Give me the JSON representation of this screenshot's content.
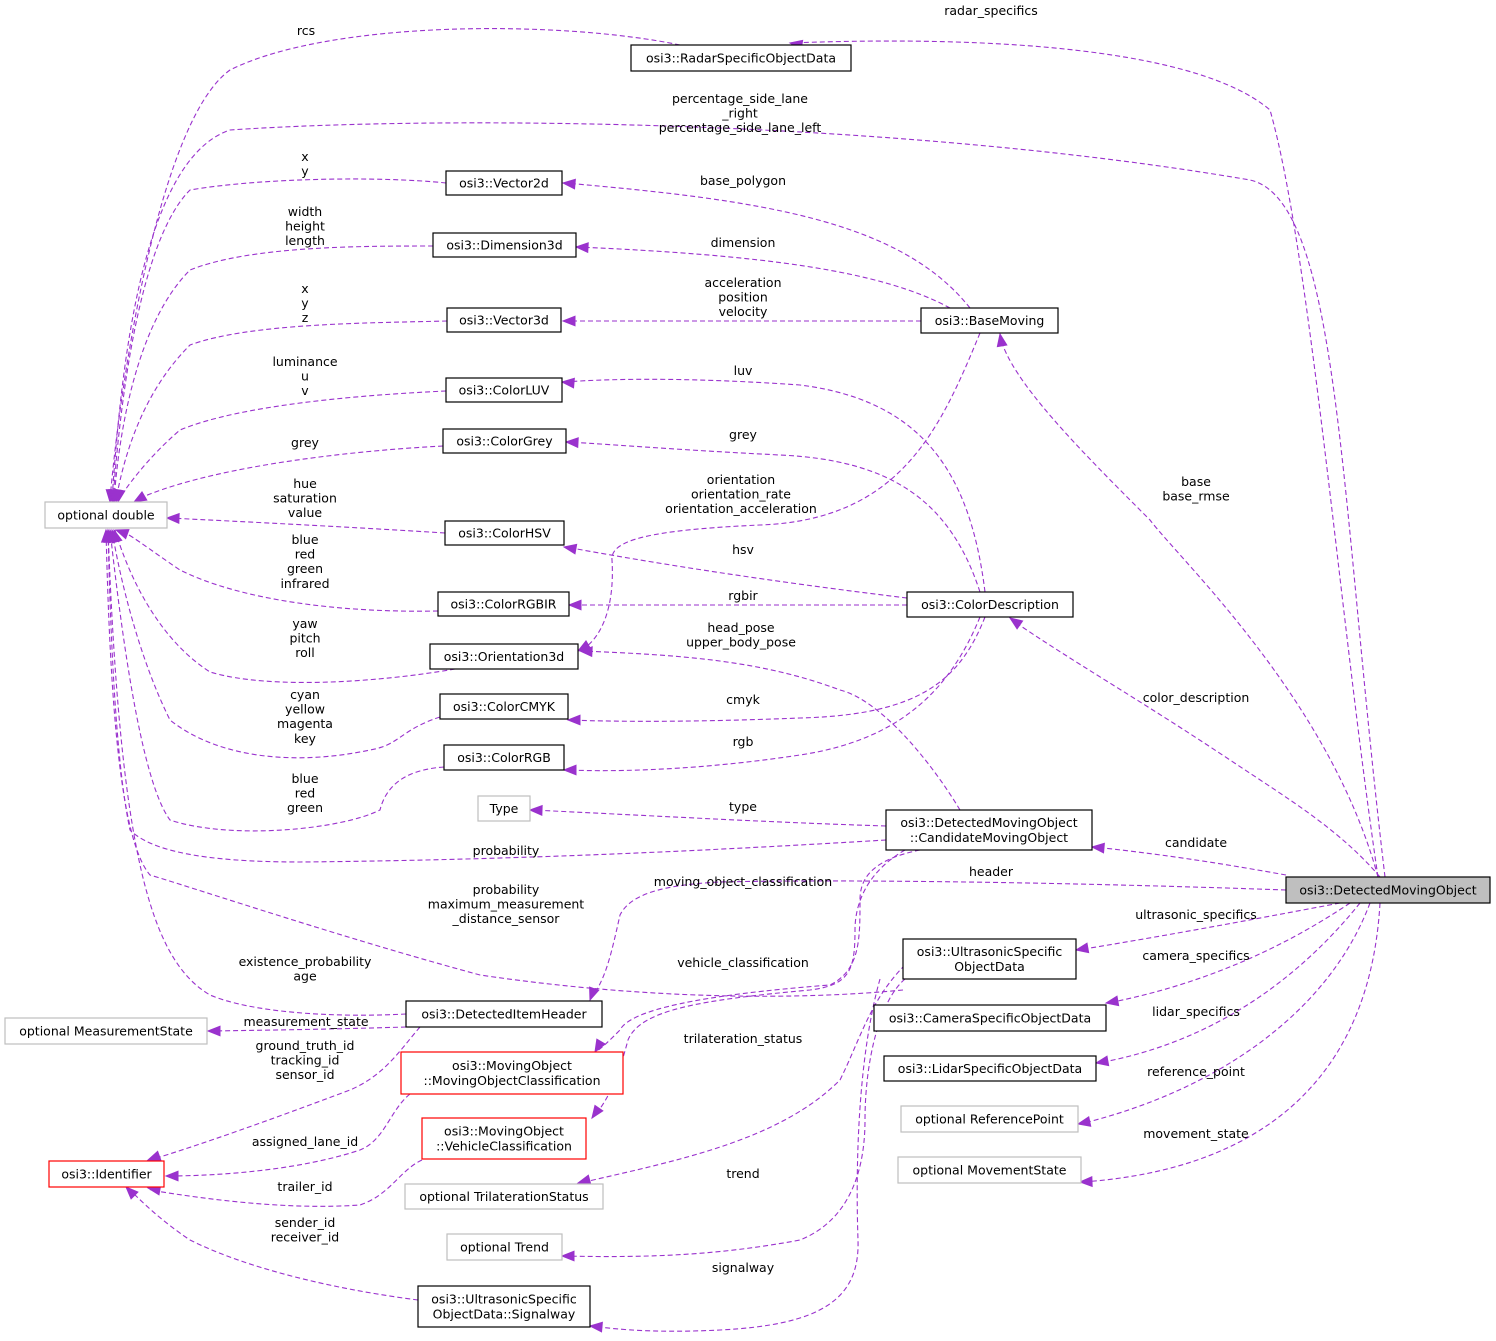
{
  "nodes": {
    "focus": {
      "lines": [
        "osi3::DetectedMovingObject"
      ],
      "style": "focus"
    },
    "radar": {
      "lines": [
        "osi3::RadarSpecificObjectData"
      ],
      "style": "normal"
    },
    "vector2d": {
      "lines": [
        "osi3::Vector2d"
      ],
      "style": "normal"
    },
    "dimension3d": {
      "lines": [
        "osi3::Dimension3d"
      ],
      "style": "normal"
    },
    "vector3d": {
      "lines": [
        "osi3::Vector3d"
      ],
      "style": "normal"
    },
    "basemoving": {
      "lines": [
        "osi3::BaseMoving"
      ],
      "style": "normal"
    },
    "colorluv": {
      "lines": [
        "osi3::ColorLUV"
      ],
      "style": "normal"
    },
    "colorgrey": {
      "lines": [
        "osi3::ColorGrey"
      ],
      "style": "normal"
    },
    "optdouble": {
      "lines": [
        "optional double"
      ],
      "style": "gray"
    },
    "colorhsv": {
      "lines": [
        "osi3::ColorHSV"
      ],
      "style": "normal"
    },
    "colorrgbir": {
      "lines": [
        "osi3::ColorRGBIR"
      ],
      "style": "normal"
    },
    "colordesc": {
      "lines": [
        "osi3::ColorDescription"
      ],
      "style": "normal"
    },
    "orient3d": {
      "lines": [
        "osi3::Orientation3d"
      ],
      "style": "normal"
    },
    "colorcmyk": {
      "lines": [
        "osi3::ColorCMYK"
      ],
      "style": "normal"
    },
    "colorrgb": {
      "lines": [
        "osi3::ColorRGB"
      ],
      "style": "normal"
    },
    "type": {
      "lines": [
        "Type"
      ],
      "style": "gray"
    },
    "candidate": {
      "lines": [
        "osi3::DetectedMovingObject",
        "::CandidateMovingObject"
      ],
      "style": "normal"
    },
    "ultrasonic": {
      "lines": [
        "osi3::UltrasonicSpecific",
        "ObjectData"
      ],
      "style": "normal"
    },
    "camera": {
      "lines": [
        "osi3::CameraSpecificObjectData"
      ],
      "style": "normal"
    },
    "lidar": {
      "lines": [
        "osi3::LidarSpecificObjectData"
      ],
      "style": "normal"
    },
    "refpoint": {
      "lines": [
        "optional ReferencePoint"
      ],
      "style": "gray"
    },
    "movestate": {
      "lines": [
        "optional MovementState"
      ],
      "style": "gray"
    },
    "detitemheader": {
      "lines": [
        "osi3::DetectedItemHeader"
      ],
      "style": "normal"
    },
    "optmeas": {
      "lines": [
        "optional MeasurementState"
      ],
      "style": "gray"
    },
    "movobjclass": {
      "lines": [
        "osi3::MovingObject",
        "::MovingObjectClassification"
      ],
      "style": "red"
    },
    "vehclass": {
      "lines": [
        "osi3::MovingObject",
        "::VehicleClassification"
      ],
      "style": "red"
    },
    "identifier": {
      "lines": [
        "osi3::Identifier"
      ],
      "style": "red"
    },
    "trilat": {
      "lines": [
        "optional TrilaterationStatus"
      ],
      "style": "gray"
    },
    "trend": {
      "lines": [
        "optional Trend"
      ],
      "style": "gray"
    },
    "signalway": {
      "lines": [
        "osi3::UltrasonicSpecific",
        "ObjectData::Signalway"
      ],
      "style": "normal"
    }
  },
  "edges": [
    {
      "id": "radar-specifics",
      "label": [
        "radar_specifics"
      ]
    },
    {
      "id": "rcs",
      "label": [
        "rcs"
      ]
    },
    {
      "id": "percentage",
      "label": [
        "percentage_side_lane",
        "_right",
        "percentage_side_lane_left"
      ]
    },
    {
      "id": "vec2d-xy",
      "label": [
        "x",
        "y"
      ]
    },
    {
      "id": "base-polygon",
      "label": [
        "base_polygon"
      ]
    },
    {
      "id": "whl",
      "label": [
        "width",
        "height",
        "length"
      ]
    },
    {
      "id": "dimension",
      "label": [
        "dimension"
      ]
    },
    {
      "id": "vec3d-xyz",
      "label": [
        "x",
        "y",
        "z"
      ]
    },
    {
      "id": "acc-pos-vel",
      "label": [
        "acceleration",
        "position",
        "velocity"
      ]
    },
    {
      "id": "luv-fields",
      "label": [
        "luminance",
        "u",
        "v"
      ]
    },
    {
      "id": "luv",
      "label": [
        "luv"
      ]
    },
    {
      "id": "grey-field",
      "label": [
        "grey"
      ]
    },
    {
      "id": "grey",
      "label": [
        "grey"
      ]
    },
    {
      "id": "orientation",
      "label": [
        "orientation",
        "orientation_rate",
        "orientation_acceleration"
      ]
    },
    {
      "id": "hsv-fields",
      "label": [
        "hue",
        "saturation",
        "value"
      ]
    },
    {
      "id": "hsv",
      "label": [
        "hsv"
      ]
    },
    {
      "id": "base",
      "label": [
        "base",
        "base_rmse"
      ]
    },
    {
      "id": "rgbir-fields",
      "label": [
        "blue",
        "red",
        "green",
        "infrared"
      ]
    },
    {
      "id": "rgbir",
      "label": [
        "rgbir"
      ]
    },
    {
      "id": "ypr",
      "label": [
        "yaw",
        "pitch",
        "roll"
      ]
    },
    {
      "id": "head-pose",
      "label": [
        "head_pose",
        "upper_body_pose"
      ]
    },
    {
      "id": "color-description",
      "label": [
        "color_description"
      ]
    },
    {
      "id": "cmyk-fields",
      "label": [
        "cyan",
        "yellow",
        "magenta",
        "key"
      ]
    },
    {
      "id": "cmyk",
      "label": [
        "cmyk"
      ]
    },
    {
      "id": "rgb",
      "label": [
        "rgb"
      ]
    },
    {
      "id": "rgb-fields",
      "label": [
        "blue",
        "red",
        "green"
      ]
    },
    {
      "id": "type",
      "label": [
        "type"
      ]
    },
    {
      "id": "candidate",
      "label": [
        "candidate"
      ]
    },
    {
      "id": "probability",
      "label": [
        "probability"
      ]
    },
    {
      "id": "header",
      "label": [
        "header"
      ]
    },
    {
      "id": "moving-object-classification",
      "label": [
        "moving_object_classification"
      ]
    },
    {
      "id": "prob-maxdist",
      "label": [
        "probability",
        "maximum_measurement",
        "_distance_sensor"
      ]
    },
    {
      "id": "ultrasonic-specifics",
      "label": [
        "ultrasonic_specifics"
      ]
    },
    {
      "id": "camera-specifics",
      "label": [
        "camera_specifics"
      ]
    },
    {
      "id": "vehicle-classification",
      "label": [
        "vehicle_classification"
      ]
    },
    {
      "id": "existence-age",
      "label": [
        "existence_probability",
        "age"
      ]
    },
    {
      "id": "lidar-specifics",
      "label": [
        "lidar_specifics"
      ]
    },
    {
      "id": "measurement-state",
      "label": [
        "measurement_state"
      ]
    },
    {
      "id": "ids",
      "label": [
        "ground_truth_id",
        "tracking_id",
        "sensor_id"
      ]
    },
    {
      "id": "trilateration-status",
      "label": [
        "trilateration_status"
      ]
    },
    {
      "id": "reference-point",
      "label": [
        "reference_point"
      ]
    },
    {
      "id": "movement-state",
      "label": [
        "movement_state"
      ]
    },
    {
      "id": "assigned-lane",
      "label": [
        "assigned_lane_id"
      ]
    },
    {
      "id": "trend",
      "label": [
        "trend"
      ]
    },
    {
      "id": "trailer",
      "label": [
        "trailer_id"
      ]
    },
    {
      "id": "sender-receiver",
      "label": [
        "sender_id",
        "receiver_id"
      ]
    },
    {
      "id": "signalway",
      "label": [
        "signalway"
      ]
    }
  ],
  "colors": {
    "edge": "#9a32cd",
    "focus_fill": "#bfbfbf",
    "gray_border": "#bfbfbf",
    "red_border": "#ff0000"
  }
}
